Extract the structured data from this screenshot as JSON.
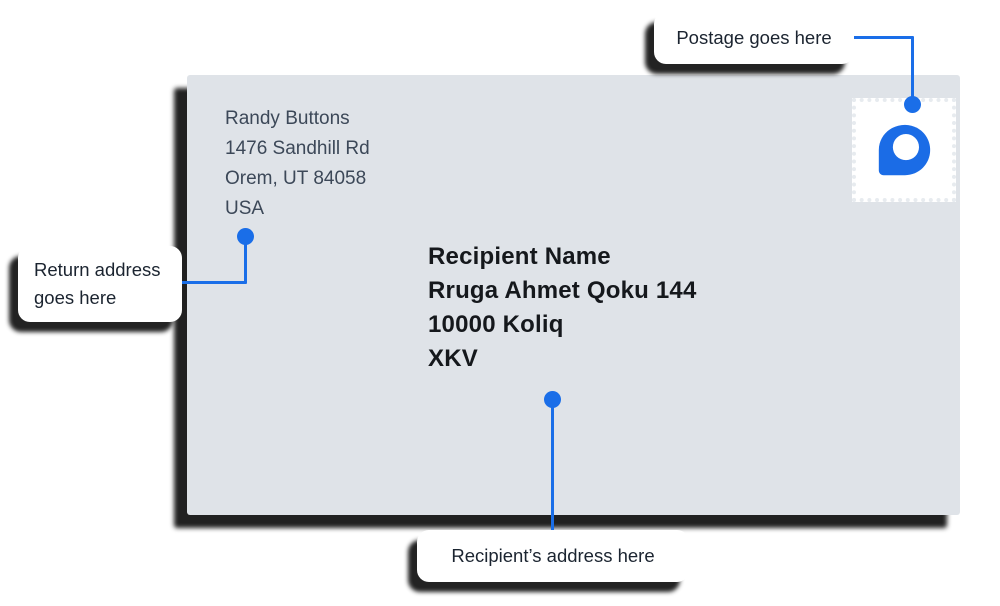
{
  "colors": {
    "accent": "#1a6ee8",
    "envelope_fill": "#dfe3e8",
    "shadow": "#0e0e0e",
    "stamp_logo_blue": "#1b6ce6"
  },
  "envelope": {
    "return_address": [
      "Randy Buttons",
      "1476 Sandhill Rd",
      "Orem, UT 84058",
      "USA"
    ],
    "recipient_address": [
      "Recipient Name",
      "Rruga Ahmet Qoku 144",
      "10000 Koliq",
      "XKV"
    ]
  },
  "callouts": {
    "postage": {
      "label": "Postage goes here"
    },
    "return_address": {
      "label": "Return address goes here"
    },
    "recipient": {
      "label": "Recipient’s address here"
    }
  },
  "icons": {
    "stamp_logo": "brand-a-logo"
  }
}
